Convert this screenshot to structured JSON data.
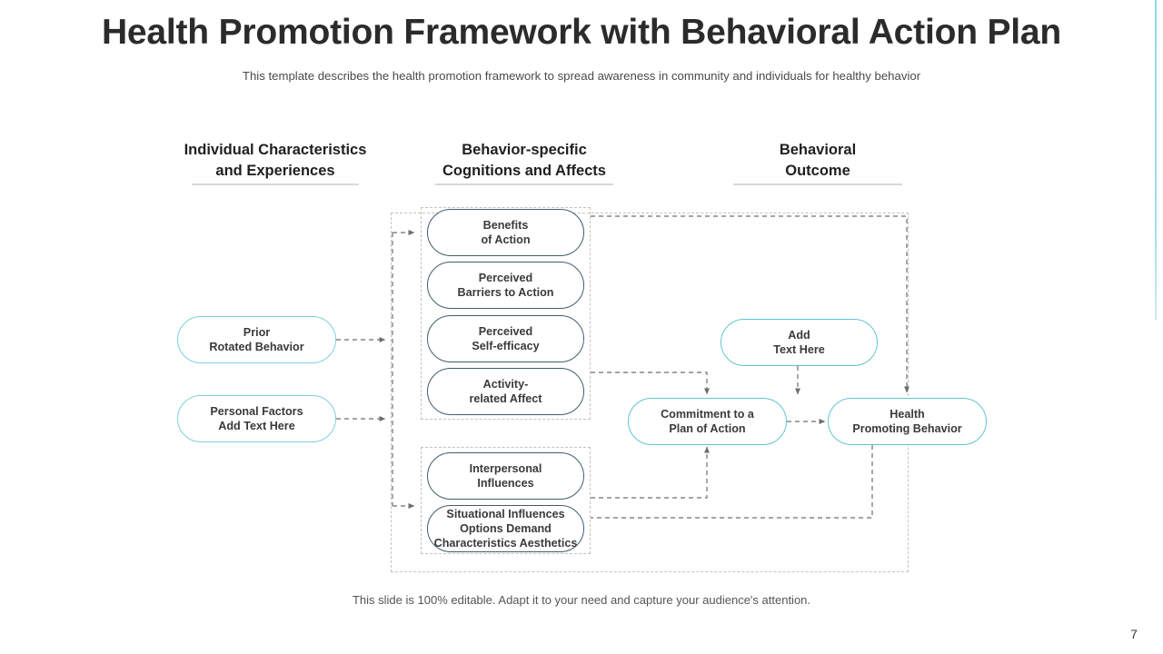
{
  "slide": {
    "title": "Health Promotion Framework with Behavioral Action Plan",
    "subtitle": "This template describes the health promotion framework to spread awareness in community and individuals for healthy behavior",
    "footer_note": "This slide is 100% editable. Adapt it to your need and capture your audience's attention.",
    "page_number": "7",
    "accent_color": "#5bc8e0"
  },
  "columns": [
    {
      "id": "individual",
      "line1": "Individual Characteristics",
      "line2": "and Experiences"
    },
    {
      "id": "cognitions",
      "line1": "Behavior-specific",
      "line2": "Cognitions and Affects"
    },
    {
      "id": "outcome",
      "line1": "Behavioral",
      "line2": "Outcome"
    }
  ],
  "nodes": {
    "prior_behavior": "Prior\nRotated Behavior",
    "personal_factors": "Personal Factors\nAdd Text Here",
    "benefits": "Benefits\nof Action",
    "barriers": "Perceived\nBarriers to Action",
    "self_efficacy": "Perceived\nSelf-efficacy",
    "activity_affect": "Activity-\nrelated Affect",
    "interpersonal": "Interpersonal\nInfluences",
    "situational": "Situational Influences\nOptions  Demand\nCharacteristics  Aesthetics",
    "add_text_here": "Add\nText Here",
    "commitment": "Commitment to a\nPlan of Action",
    "health_behavior": "Health\nPromoting Behavior"
  },
  "colors": {
    "pill_mid_border": "#3f5d6e",
    "pill_side_border": "#7ecfe0",
    "pill_out_border": "#63c3d3",
    "connector": "#6e6e6e",
    "dashed_container": "#c9c2b8"
  }
}
